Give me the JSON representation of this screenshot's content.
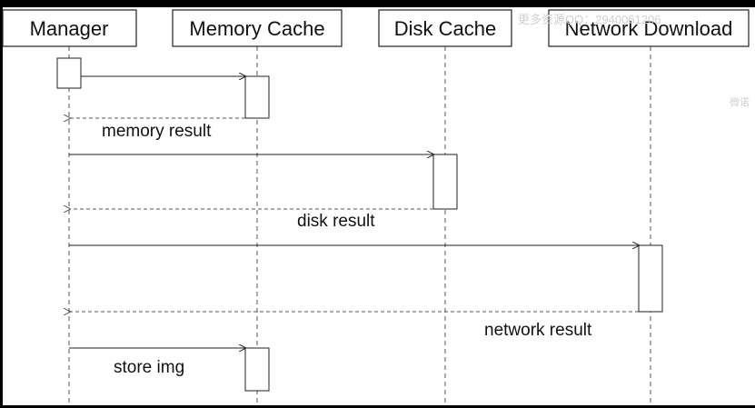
{
  "participants": [
    {
      "id": "manager",
      "label": "Manager"
    },
    {
      "id": "memory",
      "label": "Memory Cache"
    },
    {
      "id": "disk",
      "label": "Disk Cache"
    },
    {
      "id": "network",
      "label": "Network Download"
    }
  ],
  "messages": {
    "memory_result": "memory result",
    "disk_result": "disk result",
    "network_result": "network result",
    "store_img": "store img"
  },
  "watermark": {
    "top": "更多资源QQ：2940061206",
    "side": "微诺"
  },
  "colors": {
    "line": "#222222",
    "dashed": "#555555",
    "box_border": "#222222"
  }
}
